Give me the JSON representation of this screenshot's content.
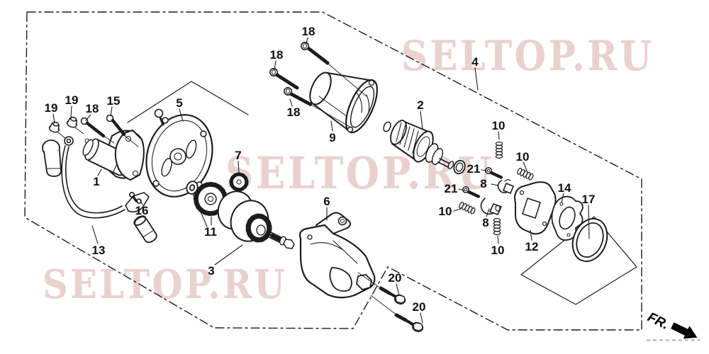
{
  "figure": {
    "type": "exploded-parts-diagram",
    "subject": "Starter motor assembly",
    "background": "#ffffff",
    "line_color": "#1c1c1c",
    "watermark": {
      "text": "SELTOP.RU",
      "color": "#e9d2ce",
      "occurrences": 3
    },
    "fr_indicator": {
      "label": "FR."
    },
    "part_numbers_visible": [
      "1",
      "2",
      "3",
      "4",
      "5",
      "6",
      "7",
      "8",
      "9",
      "10",
      "11",
      "12",
      "13",
      "14",
      "15",
      "16",
      "17",
      "18",
      "19",
      "20",
      "21"
    ],
    "callouts": [
      {
        "label": "19"
      },
      {
        "label": "19"
      },
      {
        "label": "18"
      },
      {
        "label": "15"
      },
      {
        "label": "5"
      },
      {
        "label": "18"
      },
      {
        "label": "18"
      },
      {
        "label": "18"
      },
      {
        "label": "9"
      },
      {
        "label": "4"
      },
      {
        "label": "2"
      },
      {
        "label": "10"
      },
      {
        "label": "10"
      },
      {
        "label": "21"
      },
      {
        "label": "8"
      },
      {
        "label": "21"
      },
      {
        "label": "10"
      },
      {
        "label": "8"
      },
      {
        "label": "10"
      },
      {
        "label": "12"
      },
      {
        "label": "14"
      },
      {
        "label": "17"
      },
      {
        "label": "1"
      },
      {
        "label": "16"
      },
      {
        "label": "13"
      },
      {
        "label": "11"
      },
      {
        "label": "3"
      },
      {
        "label": "6"
      },
      {
        "label": "20"
      },
      {
        "label": "20"
      },
      {
        "label": "7"
      }
    ],
    "corner_print_mark": {
      "present": true,
      "legible": false
    }
  }
}
